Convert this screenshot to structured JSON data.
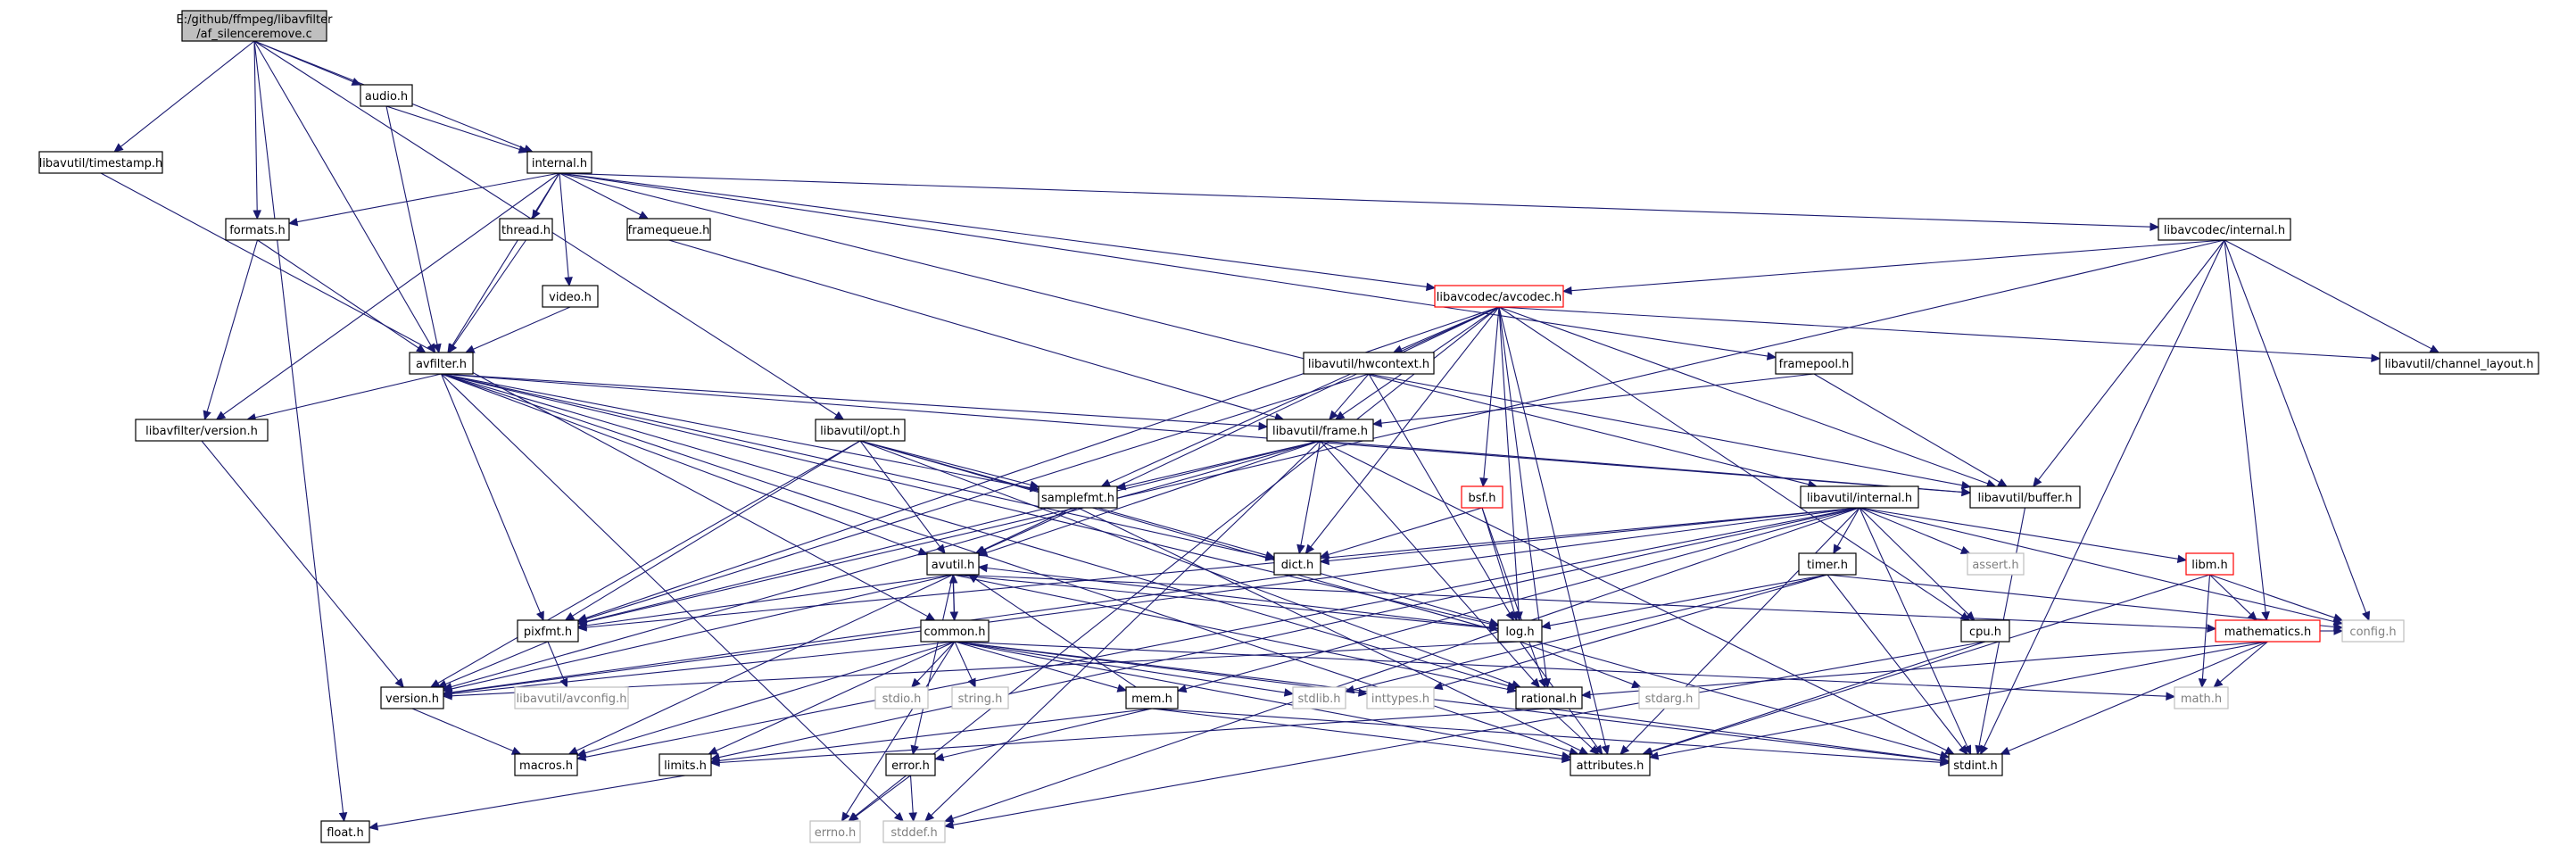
{
  "colors": {
    "edge": "#191970",
    "root_fill": "#bfbfbf",
    "plain_border": "#000000",
    "missing_border": "#bfbfbf",
    "truncated_border": "#ff0000",
    "text": "#000000",
    "missing_text": "#7f7f7f"
  },
  "nodes": [
    {
      "id": "root",
      "lines": [
        "E:/github/ffmpeg/libavfilter",
        "/af_silenceremove.c"
      ],
      "kind": "root"
    },
    {
      "id": "audio",
      "lines": [
        "audio.h"
      ],
      "kind": "normal"
    },
    {
      "id": "timestamp",
      "lines": [
        "libavutil/timestamp.h"
      ],
      "kind": "normal"
    },
    {
      "id": "internal",
      "lines": [
        "internal.h"
      ],
      "kind": "normal"
    },
    {
      "id": "formats",
      "lines": [
        "formats.h"
      ],
      "kind": "normal"
    },
    {
      "id": "thread",
      "lines": [
        "thread.h"
      ],
      "kind": "normal"
    },
    {
      "id": "framequeue",
      "lines": [
        "framequeue.h"
      ],
      "kind": "normal"
    },
    {
      "id": "video",
      "lines": [
        "video.h"
      ],
      "kind": "normal"
    },
    {
      "id": "lavc_internal",
      "lines": [
        "libavcodec/internal.h"
      ],
      "kind": "normal"
    },
    {
      "id": "avcodec",
      "lines": [
        "libavcodec/avcodec.h"
      ],
      "kind": "truncated"
    },
    {
      "id": "avfilter",
      "lines": [
        "avfilter.h"
      ],
      "kind": "normal"
    },
    {
      "id": "hwcontext",
      "lines": [
        "libavutil/hwcontext.h"
      ],
      "kind": "normal"
    },
    {
      "id": "framepool",
      "lines": [
        "framepool.h"
      ],
      "kind": "normal"
    },
    {
      "id": "chlayout",
      "lines": [
        "libavutil/channel_layout.h"
      ],
      "kind": "normal"
    },
    {
      "id": "lavf_version",
      "lines": [
        "libavfilter/version.h"
      ],
      "kind": "normal"
    },
    {
      "id": "opt",
      "lines": [
        "libavutil/opt.h"
      ],
      "kind": "normal"
    },
    {
      "id": "frame",
      "lines": [
        "libavutil/frame.h"
      ],
      "kind": "normal"
    },
    {
      "id": "bsf",
      "lines": [
        "bsf.h"
      ],
      "kind": "truncated"
    },
    {
      "id": "samplefmt",
      "lines": [
        "samplefmt.h"
      ],
      "kind": "normal"
    },
    {
      "id": "lavu_internal",
      "lines": [
        "libavutil/internal.h"
      ],
      "kind": "normal"
    },
    {
      "id": "buffer",
      "lines": [
        "libavutil/buffer.h"
      ],
      "kind": "normal"
    },
    {
      "id": "avutil",
      "lines": [
        "avutil.h"
      ],
      "kind": "normal"
    },
    {
      "id": "dict",
      "lines": [
        "dict.h"
      ],
      "kind": "normal"
    },
    {
      "id": "timer",
      "lines": [
        "timer.h"
      ],
      "kind": "normal"
    },
    {
      "id": "assert",
      "lines": [
        "assert.h"
      ],
      "kind": "missing"
    },
    {
      "id": "libm",
      "lines": [
        "libm.h"
      ],
      "kind": "truncated"
    },
    {
      "id": "pixfmt",
      "lines": [
        "pixfmt.h"
      ],
      "kind": "normal"
    },
    {
      "id": "common",
      "lines": [
        "common.h"
      ],
      "kind": "normal"
    },
    {
      "id": "log",
      "lines": [
        "log.h"
      ],
      "kind": "normal"
    },
    {
      "id": "cpu",
      "lines": [
        "cpu.h"
      ],
      "kind": "normal"
    },
    {
      "id": "mathematics",
      "lines": [
        "mathematics.h"
      ],
      "kind": "truncated"
    },
    {
      "id": "config",
      "lines": [
        "config.h"
      ],
      "kind": "missing"
    },
    {
      "id": "version",
      "lines": [
        "version.h"
      ],
      "kind": "normal"
    },
    {
      "id": "avconfig",
      "lines": [
        "libavutil/avconfig.h"
      ],
      "kind": "missing"
    },
    {
      "id": "stdio",
      "lines": [
        "stdio.h"
      ],
      "kind": "missing"
    },
    {
      "id": "string",
      "lines": [
        "string.h"
      ],
      "kind": "missing"
    },
    {
      "id": "mem",
      "lines": [
        "mem.h"
      ],
      "kind": "normal"
    },
    {
      "id": "stdlib",
      "lines": [
        "stdlib.h"
      ],
      "kind": "missing"
    },
    {
      "id": "inttypes",
      "lines": [
        "inttypes.h"
      ],
      "kind": "missing"
    },
    {
      "id": "rational",
      "lines": [
        "rational.h"
      ],
      "kind": "normal"
    },
    {
      "id": "stdarg",
      "lines": [
        "stdarg.h"
      ],
      "kind": "missing"
    },
    {
      "id": "math",
      "lines": [
        "math.h"
      ],
      "kind": "missing"
    },
    {
      "id": "macros",
      "lines": [
        "macros.h"
      ],
      "kind": "normal"
    },
    {
      "id": "limits",
      "lines": [
        "limits.h"
      ],
      "kind": "normal"
    },
    {
      "id": "error",
      "lines": [
        "error.h"
      ],
      "kind": "normal"
    },
    {
      "id": "attributes",
      "lines": [
        "attributes.h"
      ],
      "kind": "normal"
    },
    {
      "id": "stdint",
      "lines": [
        "stdint.h"
      ],
      "kind": "normal"
    },
    {
      "id": "float",
      "lines": [
        "float.h"
      ],
      "kind": "normal"
    },
    {
      "id": "errno",
      "lines": [
        "errno.h"
      ],
      "kind": "missing"
    },
    {
      "id": "stddef",
      "lines": [
        "stddef.h"
      ],
      "kind": "missing"
    }
  ],
  "edges": [
    [
      "root",
      "audio"
    ],
    [
      "root",
      "timestamp"
    ],
    [
      "root",
      "internal"
    ],
    [
      "root",
      "formats"
    ],
    [
      "root",
      "avfilter"
    ],
    [
      "root",
      "opt"
    ],
    [
      "root",
      "float"
    ],
    [
      "audio",
      "internal"
    ],
    [
      "audio",
      "avfilter"
    ],
    [
      "internal",
      "formats"
    ],
    [
      "internal",
      "thread"
    ],
    [
      "internal",
      "framequeue"
    ],
    [
      "internal",
      "video"
    ],
    [
      "internal",
      "avfilter"
    ],
    [
      "internal",
      "lavc_internal"
    ],
    [
      "internal",
      "avcodec"
    ],
    [
      "internal",
      "framepool"
    ],
    [
      "internal",
      "lavf_version"
    ],
    [
      "internal",
      "lavu_internal"
    ],
    [
      "timestamp",
      "common"
    ],
    [
      "formats",
      "avfilter"
    ],
    [
      "formats",
      "lavf_version"
    ],
    [
      "thread",
      "avfilter"
    ],
    [
      "video",
      "avfilter"
    ],
    [
      "framequeue",
      "frame"
    ],
    [
      "lavc_internal",
      "avcodec"
    ],
    [
      "lavc_internal",
      "buffer"
    ],
    [
      "lavc_internal",
      "chlayout"
    ],
    [
      "lavc_internal",
      "pixfmt"
    ],
    [
      "lavc_internal",
      "mathematics"
    ],
    [
      "lavc_internal",
      "config"
    ],
    [
      "lavc_internal",
      "stdint"
    ],
    [
      "avcodec",
      "errno"
    ],
    [
      "avcodec",
      "samplefmt"
    ],
    [
      "avcodec",
      "attributes"
    ],
    [
      "avcodec",
      "avutil"
    ],
    [
      "avcodec",
      "buffer"
    ],
    [
      "avcodec",
      "cpu"
    ],
    [
      "avcodec",
      "chlayout"
    ],
    [
      "avcodec",
      "dict"
    ],
    [
      "avcodec",
      "frame"
    ],
    [
      "avcodec",
      "hwcontext"
    ],
    [
      "avcodec",
      "log"
    ],
    [
      "avcodec",
      "pixfmt"
    ],
    [
      "avcodec",
      "rational"
    ],
    [
      "avcodec",
      "bsf"
    ],
    [
      "avfilter",
      "stddef"
    ],
    [
      "avfilter",
      "attributes"
    ],
    [
      "avfilter",
      "avutil"
    ],
    [
      "avfilter",
      "buffer"
    ],
    [
      "avfilter",
      "dict"
    ],
    [
      "avfilter",
      "frame"
    ],
    [
      "avfilter",
      "log"
    ],
    [
      "avfilter",
      "samplefmt"
    ],
    [
      "avfilter",
      "pixfmt"
    ],
    [
      "avfilter",
      "rational"
    ],
    [
      "avfilter",
      "lavf_version"
    ],
    [
      "hwcontext",
      "buffer"
    ],
    [
      "hwcontext",
      "frame"
    ],
    [
      "hwcontext",
      "log"
    ],
    [
      "hwcontext",
      "pixfmt"
    ],
    [
      "framepool",
      "buffer"
    ],
    [
      "framepool",
      "frame"
    ],
    [
      "lavf_version",
      "version"
    ],
    [
      "opt",
      "rational"
    ],
    [
      "opt",
      "avutil"
    ],
    [
      "opt",
      "dict"
    ],
    [
      "opt",
      "log"
    ],
    [
      "opt",
      "pixfmt"
    ],
    [
      "opt",
      "samplefmt"
    ],
    [
      "opt",
      "version"
    ],
    [
      "frame",
      "avutil"
    ],
    [
      "frame",
      "buffer"
    ],
    [
      "frame",
      "dict"
    ],
    [
      "frame",
      "rational"
    ],
    [
      "frame",
      "samplefmt"
    ],
    [
      "frame",
      "pixfmt"
    ],
    [
      "frame",
      "version"
    ],
    [
      "frame",
      "stdint"
    ],
    [
      "frame",
      "stddef"
    ],
    [
      "bsf",
      "dict"
    ],
    [
      "bsf",
      "log"
    ],
    [
      "bsf",
      "rational"
    ],
    [
      "samplefmt",
      "avutil"
    ],
    [
      "samplefmt",
      "attributes"
    ],
    [
      "lavu_internal",
      "limits"
    ],
    [
      "lavu_internal",
      "stdint"
    ],
    [
      "lavu_internal",
      "stddef"
    ],
    [
      "lavu_internal",
      "assert"
    ],
    [
      "lavu_internal",
      "config"
    ],
    [
      "lavu_internal",
      "attributes"
    ],
    [
      "lavu_internal",
      "timer"
    ],
    [
      "lavu_internal",
      "cpu"
    ],
    [
      "lavu_internal",
      "dict"
    ],
    [
      "lavu_internal",
      "macros"
    ],
    [
      "lavu_internal",
      "mem"
    ],
    [
      "lavu_internal",
      "pixfmt"
    ],
    [
      "lavu_internal",
      "version"
    ],
    [
      "lavu_internal",
      "libm"
    ],
    [
      "buffer",
      "stdint"
    ],
    [
      "avutil",
      "common"
    ],
    [
      "avutil",
      "error"
    ],
    [
      "avutil",
      "rational"
    ],
    [
      "avutil",
      "version"
    ],
    [
      "avutil",
      "macros"
    ],
    [
      "avutil",
      "mathematics"
    ],
    [
      "avutil",
      "log"
    ],
    [
      "avutil",
      "pixfmt"
    ],
    [
      "dict",
      "stdint"
    ],
    [
      "dict",
      "version"
    ],
    [
      "timer",
      "config"
    ],
    [
      "timer",
      "stdint"
    ],
    [
      "timer",
      "inttypes"
    ],
    [
      "timer",
      "log"
    ],
    [
      "timer",
      "stdlib"
    ],
    [
      "libm",
      "attributes"
    ],
    [
      "libm",
      "config"
    ],
    [
      "libm",
      "math"
    ],
    [
      "libm",
      "mathematics"
    ],
    [
      "pixfmt",
      "avconfig"
    ],
    [
      "pixfmt",
      "version"
    ],
    [
      "common",
      "errno"
    ],
    [
      "common",
      "inttypes"
    ],
    [
      "common",
      "limits"
    ],
    [
      "common",
      "math"
    ],
    [
      "common",
      "stdint"
    ],
    [
      "common",
      "stdio"
    ],
    [
      "common",
      "stdlib"
    ],
    [
      "common",
      "string"
    ],
    [
      "common",
      "attributes"
    ],
    [
      "common",
      "macros"
    ],
    [
      "common",
      "version"
    ],
    [
      "common",
      "mem"
    ],
    [
      "common",
      "avutil"
    ],
    [
      "log",
      "avutil"
    ],
    [
      "log",
      "attributes"
    ],
    [
      "log",
      "version"
    ],
    [
      "log",
      "stdarg"
    ],
    [
      "cpu",
      "attributes"
    ],
    [
      "cpu",
      "stddef"
    ],
    [
      "mathematics",
      "stdint"
    ],
    [
      "mathematics",
      "math"
    ],
    [
      "mathematics",
      "attributes"
    ],
    [
      "mathematics",
      "rational"
    ],
    [
      "mathematics",
      "config"
    ],
    [
      "version",
      "macros"
    ],
    [
      "mem",
      "error"
    ],
    [
      "mem",
      "avutil"
    ],
    [
      "mem",
      "limits"
    ],
    [
      "mem",
      "stdint"
    ],
    [
      "mem",
      "attributes"
    ],
    [
      "rational",
      "stdint"
    ],
    [
      "rational",
      "limits"
    ],
    [
      "rational",
      "attributes"
    ],
    [
      "error",
      "errno"
    ],
    [
      "error",
      "stddef"
    ],
    [
      "limits",
      "float"
    ]
  ]
}
